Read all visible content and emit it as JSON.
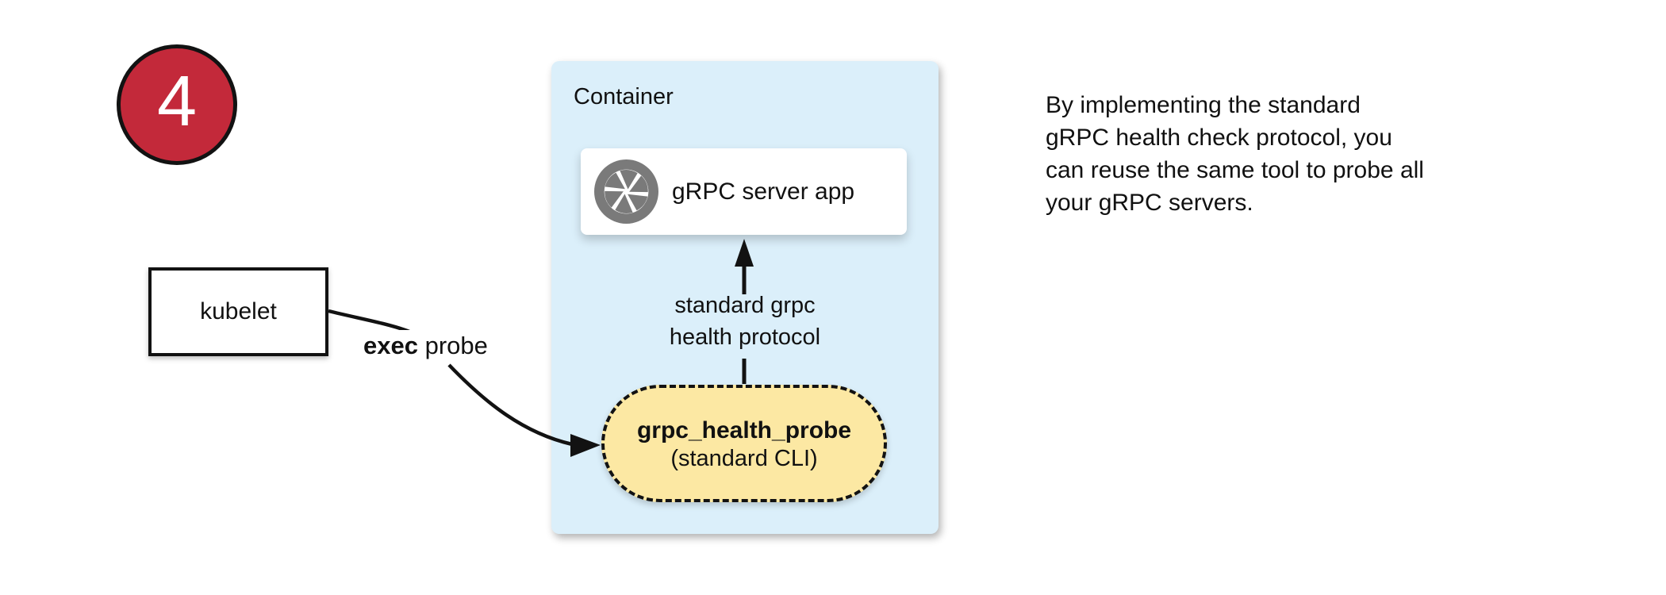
{
  "badge": {
    "number": "4"
  },
  "colors": {
    "badge_red": "#C3293A",
    "container_blue": "#DBEFFA",
    "probe_yellow": "#FCE8A3",
    "icon_gray": "#7A7A7A",
    "line_black": "#121212"
  },
  "kubelet": {
    "label": "kubelet"
  },
  "exec_probe": {
    "bold": "exec",
    "regular": " probe"
  },
  "container": {
    "title": "Container",
    "server_app": {
      "label": "gRPC server app",
      "icon": "aperture-icon"
    },
    "arrow_label": "standard grpc\nhealth protocol",
    "probe": {
      "name": "grpc_health_probe",
      "subtitle": "(standard CLI)"
    }
  },
  "caption": "By implementing the standard\ngRPC health check protocol, you\ncan reuse the same tool to probe all\nyour gRPC servers."
}
